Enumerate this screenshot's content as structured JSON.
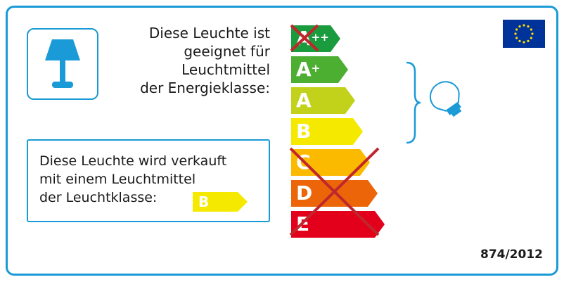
{
  "suitable": {
    "lines": [
      "Diese Leuchte ist",
      "geeignet für",
      "Leuchtmittel",
      "der Energieklasse:"
    ]
  },
  "sold": {
    "lines": [
      "Diese Leuchte wird verkauft",
      "mit einem Leuchtmittel",
      "der Leuchtklasse:"
    ],
    "class_letter": "B"
  },
  "classes": [
    {
      "letter": "A",
      "sup": "++",
      "color": "#1a9b3e",
      "crossed": true
    },
    {
      "letter": "A",
      "sup": "+",
      "color": "#4caf32",
      "crossed": false
    },
    {
      "letter": "A",
      "sup": "",
      "color": "#c2d21b",
      "crossed": false
    },
    {
      "letter": "B",
      "sup": "",
      "color": "#f5e900",
      "crossed": false
    },
    {
      "letter": "C",
      "sup": "",
      "color": "#fbb900",
      "crossed": true
    },
    {
      "letter": "D",
      "sup": "",
      "color": "#ec6609",
      "crossed": true
    },
    {
      "letter": "E",
      "sup": "",
      "color": "#e2001a",
      "crossed": true
    }
  ],
  "regulation": "874/2012",
  "colors": {
    "frame": "#1a9ad6",
    "cross": "#c0272d",
    "eu_blue": "#003399",
    "eu_star": "#ffdd00"
  },
  "icons": {
    "lamp": "table-lamp-icon",
    "bulb": "light-bulb-icon",
    "flag": "eu-flag-icon"
  }
}
